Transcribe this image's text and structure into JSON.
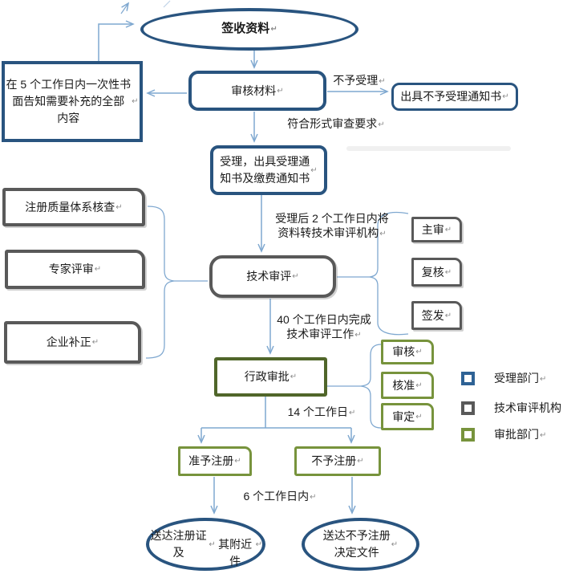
{
  "palette": {
    "navy_border": "#29547F",
    "gray_border": "#595959",
    "olive_border": "#77933C",
    "dark_olive_border": "#50662A",
    "legend_blue": "#2E6295",
    "connector_blue": "#7FA8D0",
    "text": "#1A1A1A",
    "paragraph_mark": "#8C8C8C"
  },
  "flow": {
    "start": "签收资料↵",
    "review": "审核材料↵",
    "reject_notice": "出具不予受理通知书↵",
    "supplement": "在 5 个工作日内一次性书\n面告知需要补充的全部\n内容↵",
    "accept": "受理，出具受理通\n知书及缴费通知书↵",
    "quality_check": "注册质量体系核查↵",
    "expert_review": "专家评审↵",
    "enterprise_correction": "企业补正↵",
    "tech_review": "技术审评↵",
    "primary_review": "主审↵",
    "recheck": "复核↵",
    "sign_issue": "签发↵",
    "admin_approval": "行政审批↵",
    "audit": "审核↵",
    "ratify": "核准↵",
    "validate": "审定↵",
    "approve_registration": "准予注册↵",
    "deny_registration": "不予注册↵",
    "deliver_certificate": "送达注册证及↵\n其附近件↵",
    "deliver_denial": "送达不予注册\n决定文件↵"
  },
  "edge_labels": {
    "not_accepted": "不予受理↵",
    "meets_requirements": "符合形式审查要求↵",
    "transfer_in_2_days": "受理后 2 个工作日内将\n资料转技术审评机构↵",
    "finish_in_40_days": "40 个工作日内完成\n技术审评工作↵",
    "fourteen_days": "14 个工作日↵",
    "six_days": "6 个工作日内↵"
  },
  "legend": {
    "items": [
      {
        "label": "受理部门↵",
        "color": "#2E6295"
      },
      {
        "label": "技术审评机构",
        "color": "#595959"
      },
      {
        "label": "审批部门↵",
        "color": "#77933C"
      }
    ]
  }
}
